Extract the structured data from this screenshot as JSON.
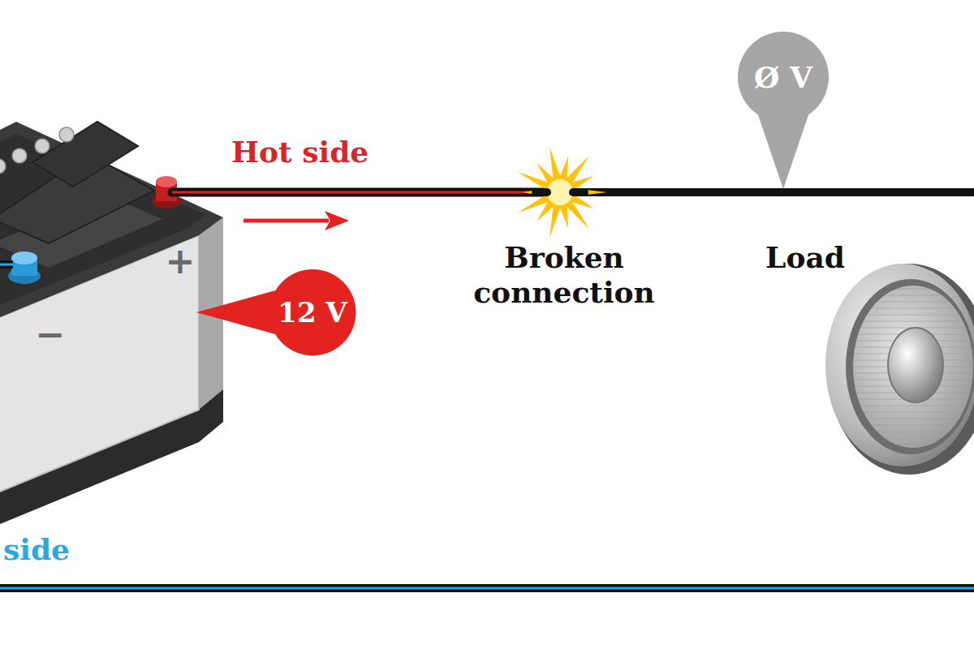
{
  "diagram": {
    "nodes": [
      {
        "text": [
          "12 V"
        ]
      },
      {
        "text": [
          "Ø V"
        ]
      }
    ],
    "labels": [
      "Hot side",
      "Broken connection",
      "Load",
      "side",
      "+",
      "−"
    ]
  }
}
